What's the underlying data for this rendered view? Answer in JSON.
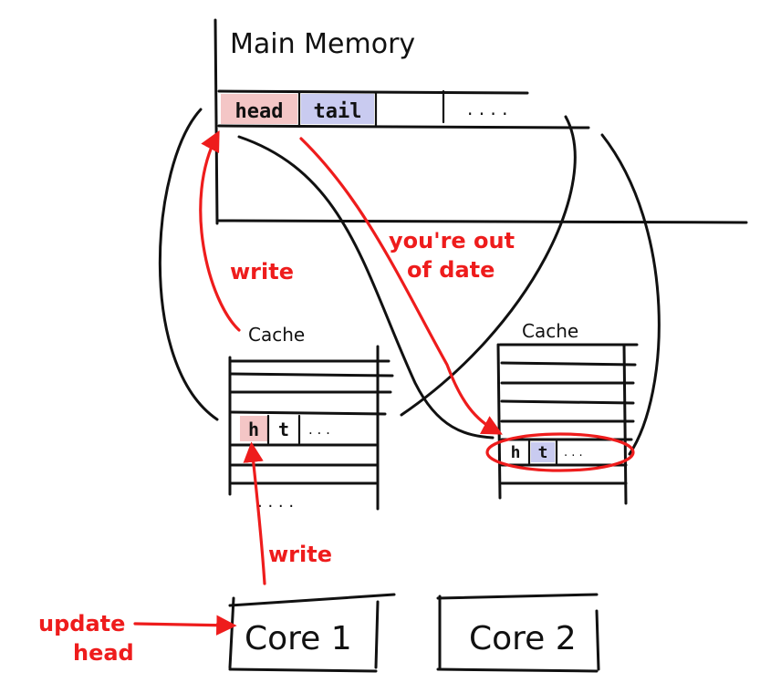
{
  "main_memory": {
    "title": "Main Memory",
    "cells": [
      "head",
      "tail",
      "",
      ""
    ],
    "ellipsis": ". . . ."
  },
  "cache1": {
    "title": "Cache",
    "cells": [
      "h",
      "t"
    ],
    "row_ellipsis": ". . .",
    "below_ellipsis": ". . . ."
  },
  "cache2": {
    "title": "Cache",
    "cells": [
      "h",
      "t"
    ],
    "row_ellipsis": ". . ."
  },
  "core1": {
    "label": "Core 1"
  },
  "core2": {
    "label": "Core 2"
  },
  "annotations": {
    "write_top": "write",
    "write_bottom": "write",
    "out_of_date_line1": "you're out",
    "out_of_date_line2": "of date",
    "update_head_line1": "update",
    "update_head_line2": "head"
  },
  "colors": {
    "head_fill": "#f4c6c6",
    "tail_fill": "#c9cbf0",
    "annotation_red": "#ee1c1c",
    "ink": "#111111"
  }
}
